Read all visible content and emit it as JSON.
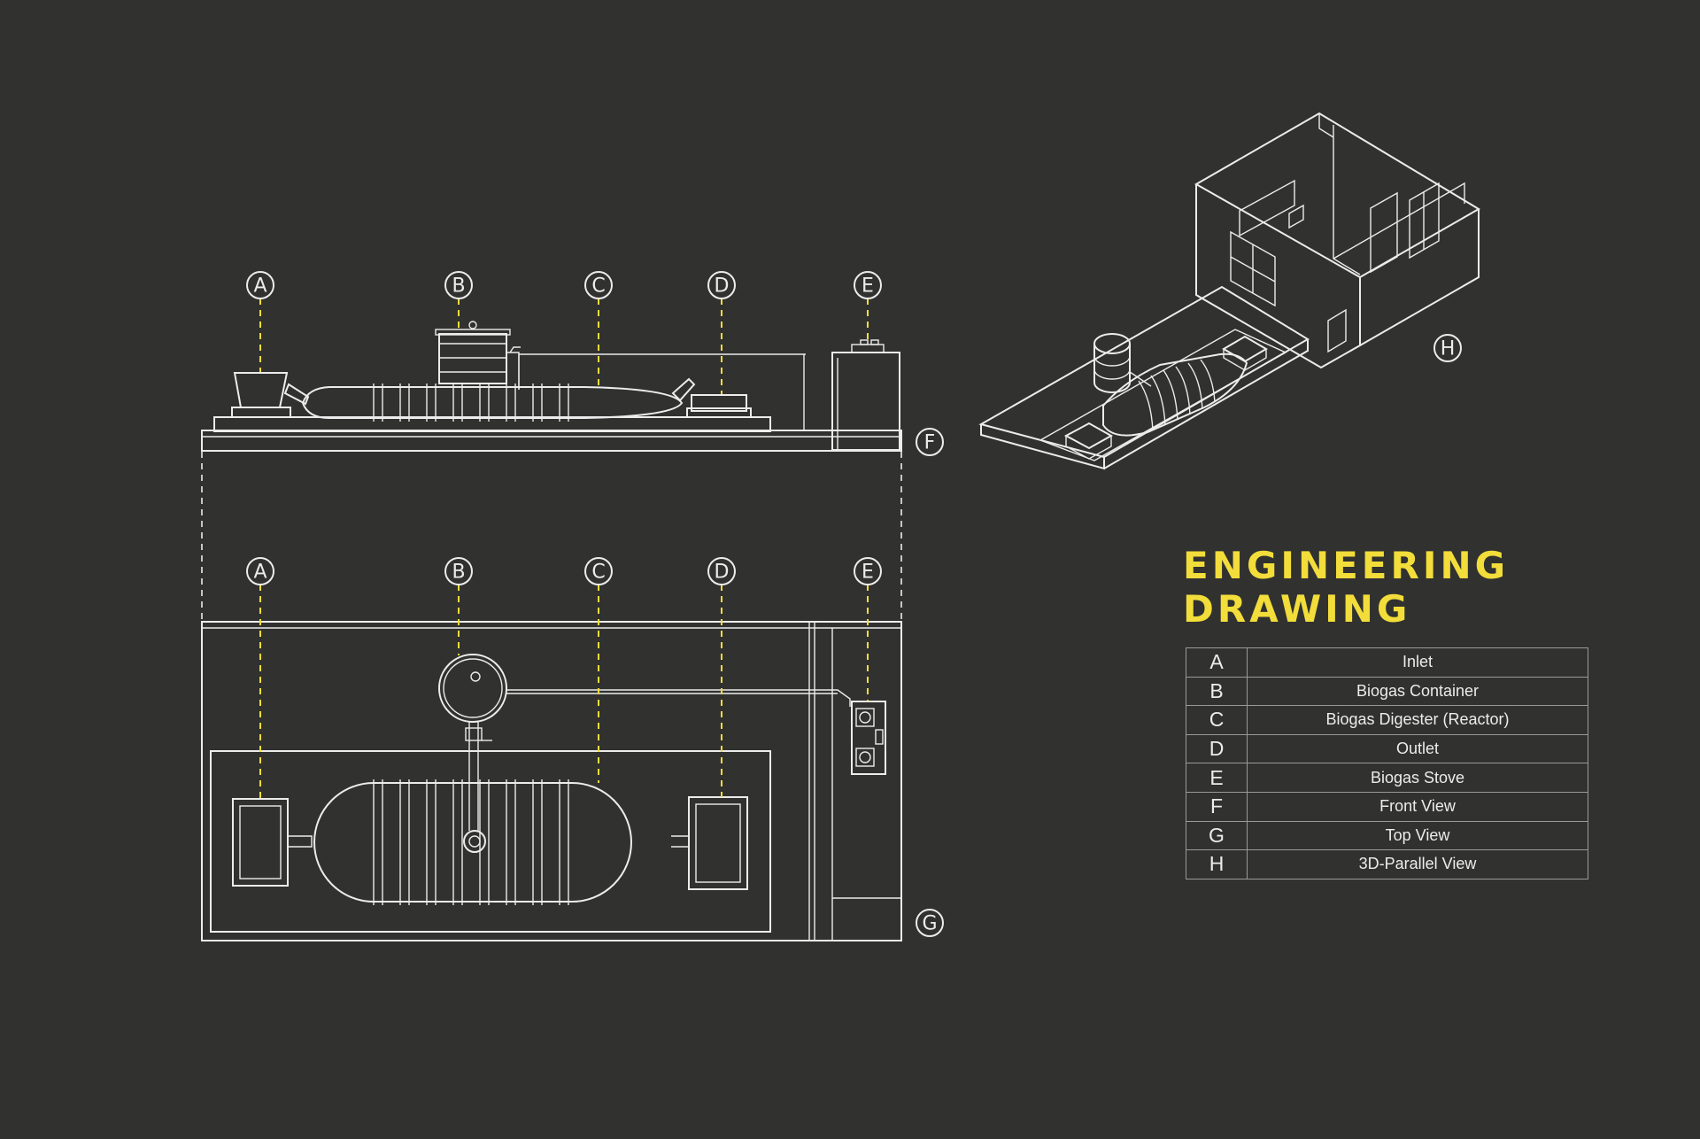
{
  "title": {
    "line1": "ENGINEERING",
    "line2": "DRAWING"
  },
  "colors": {
    "background": "#313130",
    "accent": "#f2dd3a",
    "line": "#ececec"
  },
  "callouts": {
    "front": [
      "A",
      "B",
      "C",
      "D",
      "E"
    ],
    "top": [
      "A",
      "B",
      "C",
      "D",
      "E"
    ],
    "front_view": "F",
    "top_view": "G",
    "parallel_view": "H"
  },
  "legend": [
    {
      "key": "A",
      "label": "Inlet"
    },
    {
      "key": "B",
      "label": "Biogas Container"
    },
    {
      "key": "C",
      "label": "Biogas Digester (Reactor)"
    },
    {
      "key": "D",
      "label": "Outlet"
    },
    {
      "key": "E",
      "label": "Biogas Stove"
    },
    {
      "key": "F",
      "label": "Front View"
    },
    {
      "key": "G",
      "label": "Top View"
    },
    {
      "key": "H",
      "label": "3D-Parallel View"
    }
  ]
}
